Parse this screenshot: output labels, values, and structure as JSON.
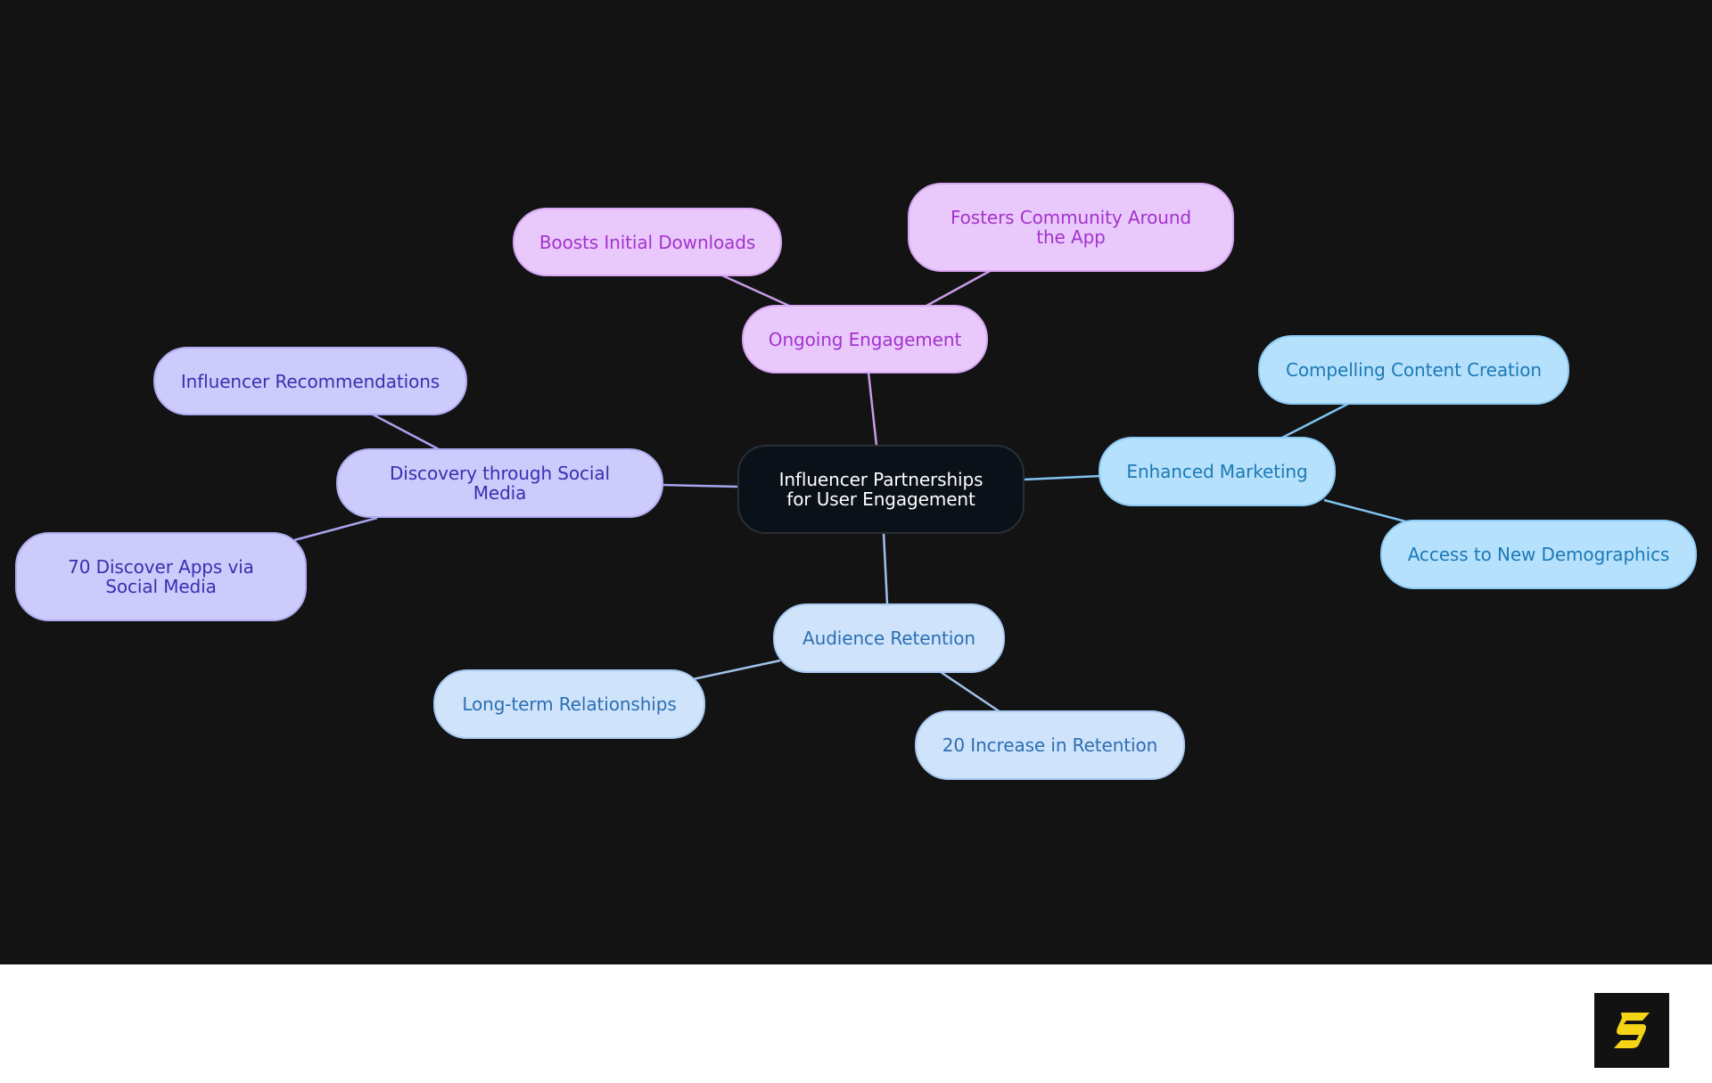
{
  "mindmap": {
    "root": {
      "label": "Influencer Partnerships for User Engagement"
    },
    "branches": {
      "ongoing": {
        "label": "Ongoing Engagement",
        "children": [
          "Boosts Initial Downloads",
          "Fosters Community Around the App"
        ]
      },
      "discovery": {
        "label": "Discovery through Social Media",
        "children": [
          "Influencer Recommendations",
          "70 Discover Apps via Social Media"
        ]
      },
      "marketing": {
        "label": "Enhanced Marketing",
        "children": [
          "Compelling Content Creation",
          "Access to New Demographics"
        ]
      },
      "retention": {
        "label": "Audience Retention",
        "children": [
          "Long-term Relationships",
          "20 Increase in Retention"
        ]
      }
    }
  },
  "colors": {
    "background": "#131313",
    "footer": "#ffffff",
    "root": "#0b1119",
    "pink": "#e9c8fb",
    "violet": "#cccbfb",
    "sky": "#b5e1fd",
    "ice": "#cfe3fb",
    "edge_pink": "#c99ae6",
    "edge_violet": "#a7a3ee",
    "edge_sky": "#7fc2ef",
    "edge_ice": "#9fc2ea",
    "logo_mark": "#f5d416"
  },
  "logo": {
    "icon": "brand-s-logo-icon"
  }
}
